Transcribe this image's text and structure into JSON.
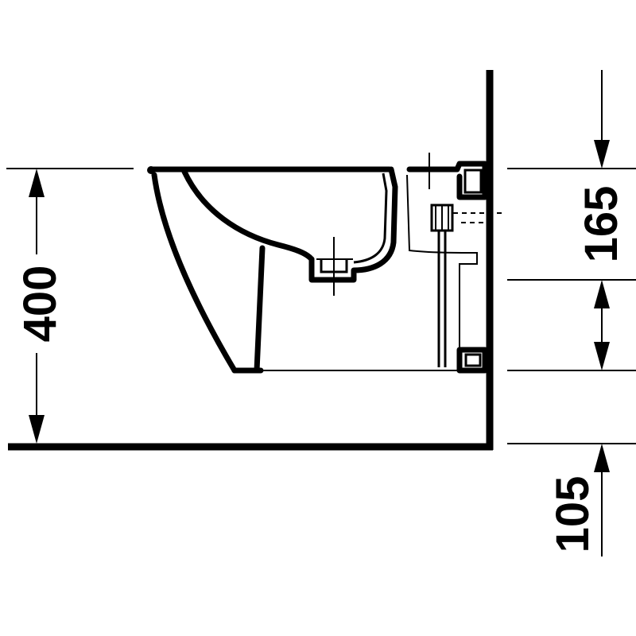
{
  "dimensions": {
    "total_height": "400",
    "top_to_rim": "165",
    "floor_gap": "105"
  },
  "colors": {
    "line": "#000000",
    "background": "#ffffff"
  }
}
